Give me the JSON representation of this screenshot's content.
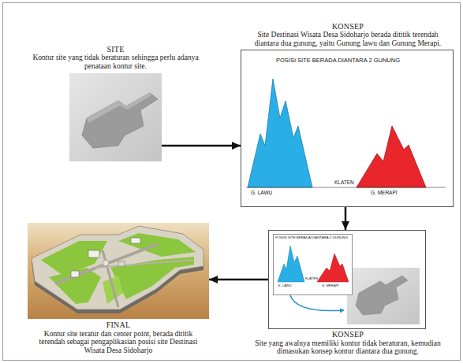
{
  "diagram": {
    "nodes": [
      {
        "text": [
          "SITE",
          "Kontur site yang tidak beraturan sehingga perlu adanya penataan kontur site."
        ]
      },
      {
        "text": [
          "KONSEP",
          "Site Destinasi Wisata Desa Sidoharjo berada dititik terendah diantara dua gunung, yaitu Gunung lawu dan Gunung Merapi."
        ]
      },
      {
        "text": [
          "KONSEP",
          "Site yang awalnya memiliki kontur tidak beraturan, kemudian dimasukan konsep kontur diantara dua gunung."
        ]
      },
      {
        "text": [
          "FINAL",
          "Kontur site teratur dan center point, berada dititik terendah sebagai pengaplikasian posisi site Destinasi Wisata Desa Sidoharjo"
        ]
      }
    ],
    "edges": [
      {
        "from": 0,
        "to": 1,
        "arrow": "to"
      },
      {
        "from": 1,
        "to": 2,
        "arrow": "to"
      },
      {
        "from": 2,
        "to": 3,
        "arrow": "to"
      }
    ],
    "labels": [
      "POSISI SITE BERADA DIANTARA 2 GUNUNG",
      "G. LAWU",
      "KLATEN",
      "G. MERAPI",
      "POSISI SITE BERADA DIANTARA 2 GUNUNG",
      "G. LAWU",
      "KLATEN",
      "G. MERAPI"
    ]
  }
}
